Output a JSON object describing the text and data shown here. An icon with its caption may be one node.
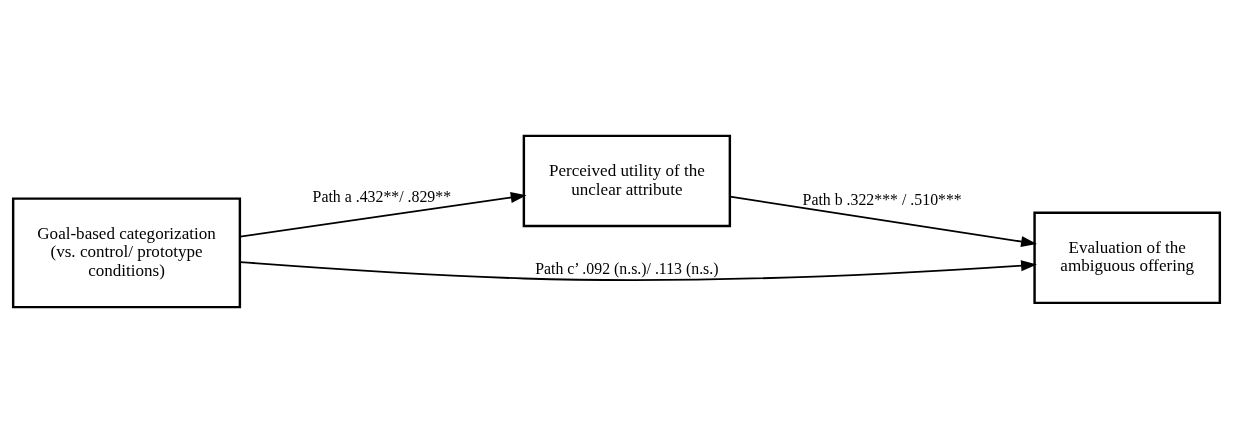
{
  "diagram": {
    "nodes": [
      {
        "text": [
          "Perceived utility of the unclear attribute"
        ]
      },
      {
        "text": [
          "Goal-based categorization (vs. control/ prototype conditions)"
        ]
      },
      {
        "text": [
          "Evaluation of the ambiguous offering"
        ]
      }
    ],
    "edges": [
      {
        "from": 1,
        "to": 0,
        "arrow": "to",
        "label": "Path a .432**/ .829**"
      },
      {
        "from": 0,
        "to": 2,
        "arrow": "to",
        "label": "Path b .322*** / .510***"
      },
      {
        "from": 1,
        "to": 2,
        "arrow": "to",
        "label": "Path c’ .092 (n.s.)/ .113 (n.s.)"
      }
    ]
  }
}
